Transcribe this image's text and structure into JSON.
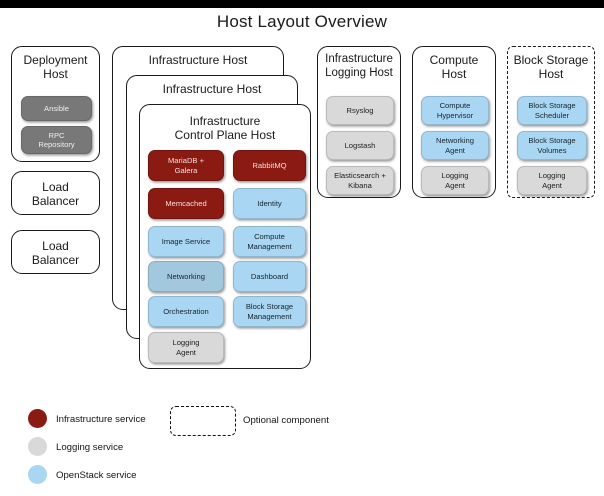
{
  "diagram": {
    "title": "Host Layout Overview"
  },
  "hosts": [
    {
      "id": "deployment-host",
      "name": "Deployment\nHost",
      "optional": false,
      "services": [
        {
          "label": "Ansible",
          "type": "deploy"
        },
        {
          "label": "RPC\nRepository",
          "type": "deploy"
        }
      ]
    },
    {
      "id": "load-balancer-1",
      "name": "Load\nBalancer",
      "optional": false,
      "services": []
    },
    {
      "id": "load-balancer-2",
      "name": "Load\nBalancer",
      "optional": false,
      "services": []
    },
    {
      "id": "infrastructure-host-back",
      "name": "Infrastructure Host",
      "optional": false,
      "services": []
    },
    {
      "id": "infrastructure-host-mid",
      "name": "Infrastructure Host",
      "optional": false,
      "services": []
    },
    {
      "id": "infrastructure-control-plane-host",
      "name": "Infrastructure\nControl Plane Host",
      "optional": false,
      "services": [
        {
          "label": "MariaDB +\nGalera",
          "type": "infra"
        },
        {
          "label": "RabbitMQ",
          "type": "infra"
        },
        {
          "label": "Memcached",
          "type": "infra"
        },
        {
          "label": "Identity",
          "type": "openstack"
        },
        {
          "label": "Image Service",
          "type": "openstack"
        },
        {
          "label": "Compute\nManagement",
          "type": "openstack"
        },
        {
          "label": "Networking",
          "type": "openstack-muted"
        },
        {
          "label": "Dashboard",
          "type": "openstack"
        },
        {
          "label": "Orchestration",
          "type": "openstack"
        },
        {
          "label": "Block Storage\nManagement",
          "type": "openstack"
        },
        {
          "label": "Logging\nAgent",
          "type": "logging"
        }
      ]
    },
    {
      "id": "infrastructure-logging-host",
      "name": "Infrastructure\nLogging Host",
      "optional": false,
      "services": [
        {
          "label": "Rsyslog",
          "type": "logging"
        },
        {
          "label": "Logstash",
          "type": "logging"
        },
        {
          "label": "Elasticsearch +\nKibana",
          "type": "logging"
        }
      ]
    },
    {
      "id": "compute-host",
      "name": "Compute\nHost",
      "optional": false,
      "services": [
        {
          "label": "Compute\nHypervisor",
          "type": "openstack"
        },
        {
          "label": "Networking\nAgent",
          "type": "openstack"
        },
        {
          "label": "Logging\nAgent",
          "type": "logging"
        }
      ]
    },
    {
      "id": "block-storage-host",
      "name": "Block Storage\nHost",
      "optional": true,
      "services": [
        {
          "label": "Block Storage\nScheduler",
          "type": "openstack"
        },
        {
          "label": "Block Storage\nVolumes",
          "type": "openstack"
        },
        {
          "label": "Logging\nAgent",
          "type": "logging"
        }
      ]
    }
  ],
  "legend": {
    "items": [
      {
        "label": "Infrastructure service",
        "type": "infra",
        "color": "#8b1a12"
      },
      {
        "label": "Logging service",
        "type": "logging",
        "color": "#d9d9d9"
      },
      {
        "label": "OpenStack service",
        "type": "openstack",
        "color": "#a9d6f2"
      }
    ],
    "optional": {
      "label": "Optional component"
    }
  }
}
